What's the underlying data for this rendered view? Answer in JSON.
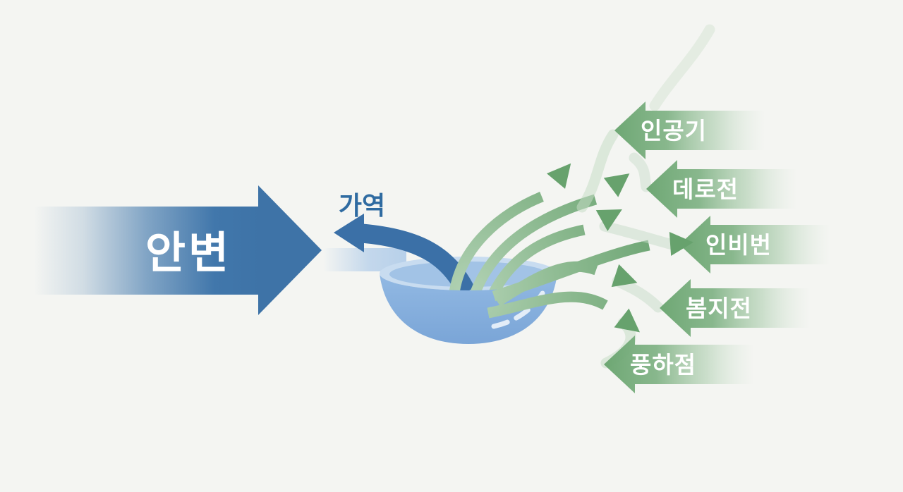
{
  "diagram": {
    "type": "flow-diagram",
    "background_color": "#f4f5f2",
    "input_arrow": {
      "label": "안변",
      "color": "#3e73a7",
      "text_color": "#ffffff",
      "direction": "right"
    },
    "reverse_arrow": {
      "label": "가역",
      "color": "#3b70a7",
      "text_color": "#2f6ba1",
      "direction": "left-curved-out-of-bowl"
    },
    "bowl": {
      "body_color": "#86b0dd",
      "rim_color": "#c8dcf0",
      "water_color": "#a2c3e6",
      "highlight_color": "#edf4fb"
    },
    "output_arrows": {
      "color": "#67a26d",
      "ribbon_color": "#c6dcc7",
      "count": 6,
      "direction": "fan-right-from-bowl"
    },
    "outputs": [
      {
        "label": "인공기"
      },
      {
        "label": "데로전"
      },
      {
        "label": "인비번"
      },
      {
        "label": "봄지전"
      },
      {
        "label": "풍하점"
      }
    ],
    "banner_color": "#7fb284"
  }
}
